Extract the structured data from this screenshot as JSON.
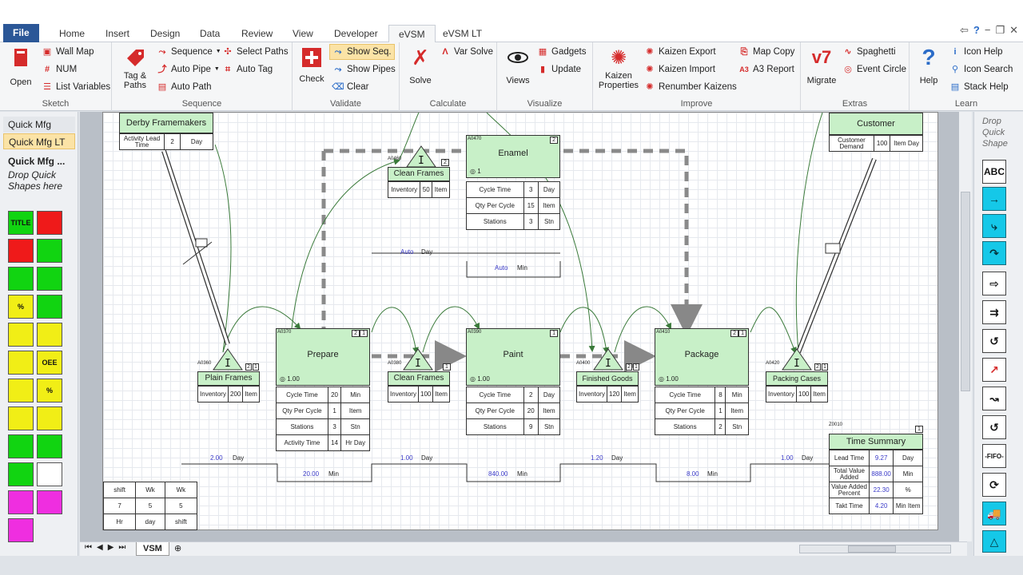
{
  "window": {
    "controls": [
      "⇦",
      "?",
      "−",
      "❐",
      "✕"
    ]
  },
  "tabs": [
    "File",
    "Home",
    "Insert",
    "Design",
    "Data",
    "Review",
    "View",
    "Developer",
    "eVSM",
    "eVSM LT"
  ],
  "active_tab": "eVSM",
  "ribbon": {
    "sketch": {
      "label": "Sketch",
      "open": "Open",
      "wall_map": "Wall Map",
      "num": "NUM",
      "list_variables": "List Variables"
    },
    "sequence": {
      "label": "Sequence",
      "tag_paths_1": "Tag &",
      "tag_paths_2": "Paths",
      "sequence": "Sequence",
      "auto_pipe": "Auto Pipe",
      "auto_path": "Auto Path",
      "select_paths": "Select Paths",
      "auto_tag": "Auto Tag"
    },
    "validate": {
      "label": "Validate",
      "check": "Check",
      "show_seq": "Show Seq.",
      "show_pipes": "Show Pipes",
      "clear": "Clear"
    },
    "calculate": {
      "label": "Calculate",
      "solve": "Solve",
      "var_solve": "Var Solve"
    },
    "visualize": {
      "label": "Visualize",
      "views": "Views",
      "gadgets": "Gadgets",
      "update": "Update"
    },
    "improve": {
      "label": "Improve",
      "kaizen_props_1": "Kaizen",
      "kaizen_props_2": "Properties",
      "kaizen_export": "Kaizen Export",
      "kaizen_import": "Kaizen Import",
      "renumber_kaizens": "Renumber Kaizens",
      "map_copy": "Map Copy",
      "a3_report": "A3 Report"
    },
    "extras": {
      "label": "Extras",
      "migrate": "Migrate",
      "v7": "v7",
      "spaghetti": "Spaghetti",
      "event_circle": "Event Circle"
    },
    "learn": {
      "label": "Learn",
      "help": "Help",
      "icon_help": "Icon Help",
      "icon_search": "Icon Search",
      "stack_help": "Stack Help"
    }
  },
  "left_panel": {
    "items": [
      "Quick Mfg",
      "Quick Mfg LT"
    ],
    "section_title": "Quick Mfg ...",
    "drop_hint_1": "Drop Quick",
    "drop_hint_2": "Shapes here",
    "shapes": [
      "TITLE",
      "",
      "",
      "",
      "",
      "",
      "%",
      "",
      "",
      "",
      "",
      "OEE",
      "",
      "%",
      "",
      "",
      "",
      "",
      "",
      "",
      "",
      "",
      "",
      ""
    ]
  },
  "right_panel": {
    "drop_hint_1": "Drop",
    "drop_hint_2": "Quick",
    "drop_hint_3": "Shape",
    "abc": "ABC",
    "fifo": "-FIFO-"
  },
  "sheet_tab": "VSM",
  "map": {
    "supplier": {
      "name": "Derby Framemakers",
      "lead_label": "Activity Lead Time",
      "lead_value": "2",
      "lead_unit": "Day"
    },
    "customer": {
      "name": "Customer",
      "demand_label": "Customer Demand",
      "demand_value": "100",
      "demand_unit": "Item Day"
    },
    "inv_plain": {
      "id": "A0360",
      "name": "Plain Frames",
      "num": "2",
      "num2": "1",
      "label": "Inventory",
      "value": "200",
      "unit": "Item"
    },
    "inv_clean_top": {
      "id": "A0460",
      "name": "Clean Frames",
      "num": "2",
      "label": "Inventory",
      "value": "50",
      "unit": "Item"
    },
    "inv_clean": {
      "id": "A0380",
      "name": "Clean Frames",
      "num": "1",
      "label": "Inventory",
      "value": "100",
      "unit": "Item"
    },
    "inv_finished": {
      "id": "A0400",
      "name": "Finished Goods",
      "num": "2",
      "num2": "1",
      "label": "Inventory",
      "value": "120",
      "unit": "Item"
    },
    "inv_packing": {
      "id": "A0420",
      "name": "Packing Cases",
      "num": "2",
      "num2": "1",
      "label": "Inventory",
      "value": "100",
      "unit": "Item"
    },
    "enamel": {
      "id": "A0470",
      "name": "Enamel",
      "num": "2",
      "ops": "1",
      "rows": [
        [
          "Cycle Time",
          "3",
          "Day"
        ],
        [
          "Qty Per Cycle",
          "15",
          "Item"
        ],
        [
          "Stations",
          "3",
          "Stn"
        ]
      ]
    },
    "prepare": {
      "id": "A0370",
      "name": "Prepare",
      "num": "2",
      "num2": "1",
      "ops": "1.00",
      "rows": [
        [
          "Cycle Time",
          "20",
          "Min"
        ],
        [
          "Qty Per Cycle",
          "1",
          "Item"
        ],
        [
          "Stations",
          "3",
          "Stn"
        ],
        [
          "Activity Time",
          "14",
          "Hr Day"
        ]
      ]
    },
    "paint": {
      "id": "A0390",
      "name": "Paint",
      "num": "1",
      "ops": "1.00",
      "rows": [
        [
          "Cycle Time",
          "2",
          "Day"
        ],
        [
          "Qty Per Cycle",
          "20",
          "Item"
        ],
        [
          "Stations",
          "9",
          "Stn"
        ]
      ]
    },
    "package": {
      "id": "A0410",
      "name": "Package",
      "num": "2",
      "num2": "1",
      "ops": "1.00",
      "rows": [
        [
          "Cycle Time",
          "8",
          "Min"
        ],
        [
          "Qty Per Cycle",
          "1",
          "Item"
        ],
        [
          "Stations",
          "2",
          "Stn"
        ]
      ]
    },
    "timeline_top": [
      {
        "v": "2.00",
        "u": "Day"
      },
      {
        "v": "1.00",
        "u": "Day"
      },
      {
        "v": "1.20",
        "u": "Day"
      },
      {
        "v": "1.00",
        "u": "Day"
      }
    ],
    "timeline_bottom": [
      {
        "v": "20.00",
        "u": "Min"
      },
      {
        "v": "840.00",
        "u": "Min"
      },
      {
        "v": "8.00",
        "u": "Min"
      }
    ],
    "enamel_timeline": {
      "top_v": "Auto",
      "top_u": "Day",
      "bot_v": "Auto",
      "bot_u": "Min"
    },
    "shift_table": [
      [
        "shift",
        "Wk",
        "Wk"
      ],
      [
        "7",
        "5",
        "5"
      ],
      [
        "Hr",
        "day",
        "shift"
      ]
    ],
    "time_summary": {
      "id": "Z0010",
      "num": "1",
      "title": "Time Summary",
      "rows": [
        [
          "Lead Time",
          "9.27",
          "Day"
        ],
        [
          "Total Value Added",
          "888.00",
          "Min"
        ],
        [
          "Value Added Percent",
          "22.30",
          "%"
        ],
        [
          "Takt Time",
          "4.20",
          "Min Item"
        ]
      ]
    }
  }
}
